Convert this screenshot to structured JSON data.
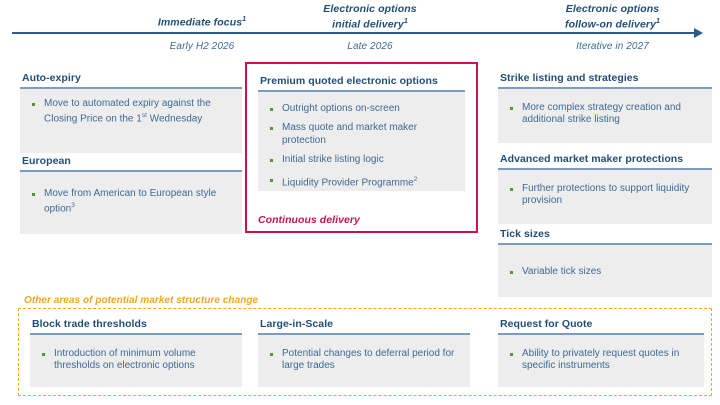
{
  "timeline": {
    "phases": [
      {
        "title_line1": "Immediate focus",
        "sup": "1",
        "date": "Early H2 2026"
      },
      {
        "title_line1": "Electronic options",
        "title_line2": "initial delivery",
        "sup": "1",
        "date": "Late 2026"
      },
      {
        "title_line1": "Electronic options",
        "title_line2": "follow-on delivery",
        "sup": "1",
        "date": "Iterative in 2027"
      }
    ]
  },
  "columns": {
    "left": [
      {
        "heading": "Auto-expiry",
        "items": [
          {
            "text": "Move to automated expiry against the Closing Price on the 1",
            "sup": "st",
            "tail": " Wednesday"
          }
        ]
      },
      {
        "heading": "European",
        "items": [
          {
            "text": "Move from American to European style option",
            "sup": "3",
            "tail": ""
          }
        ]
      }
    ],
    "center": {
      "heading": "Premium quoted electronic options",
      "items": [
        {
          "text": "Outright options on-screen",
          "sup": "",
          "tail": ""
        },
        {
          "text": "Mass quote and market maker protection",
          "sup": "",
          "tail": ""
        },
        {
          "text": "Initial strike listing logic",
          "sup": "",
          "tail": ""
        },
        {
          "text": "Liquidity Provider Programme",
          "sup": "2",
          "tail": ""
        }
      ],
      "footer": "Continuous delivery"
    },
    "right": [
      {
        "heading": "Strike listing and strategies",
        "items": [
          {
            "text": "More complex strategy creation and additional strike listing",
            "sup": "",
            "tail": ""
          }
        ]
      },
      {
        "heading": "Advanced market maker protections",
        "items": [
          {
            "text": "Further protections to support liquidity provision",
            "sup": "",
            "tail": ""
          }
        ]
      },
      {
        "heading": "Tick sizes",
        "items": [
          {
            "text": "Variable tick sizes",
            "sup": "",
            "tail": ""
          }
        ]
      }
    ]
  },
  "other_areas": {
    "label": "Other areas of potential market structure change",
    "cards": [
      {
        "heading": "Block trade thresholds",
        "items": [
          {
            "text": "Introduction of minimum volume thresholds on electronic options",
            "sup": "",
            "tail": ""
          }
        ]
      },
      {
        "heading": "Large-in-Scale",
        "items": [
          {
            "text": "Potential changes to deferral period for large trades",
            "sup": "",
            "tail": ""
          }
        ]
      },
      {
        "heading": "Request for Quote",
        "items": [
          {
            "text": "Ability to privately request quotes in specific instruments",
            "sup": "",
            "tail": ""
          }
        ]
      }
    ]
  },
  "colors": {
    "navy": "#1F4E79",
    "body_blue": "#3D6A96",
    "rule": "#7B9CBF",
    "panel": "#EDEDED",
    "highlight": "#C8134F",
    "bullet": "#4C9A2A",
    "dashed": "#F5A623"
  }
}
